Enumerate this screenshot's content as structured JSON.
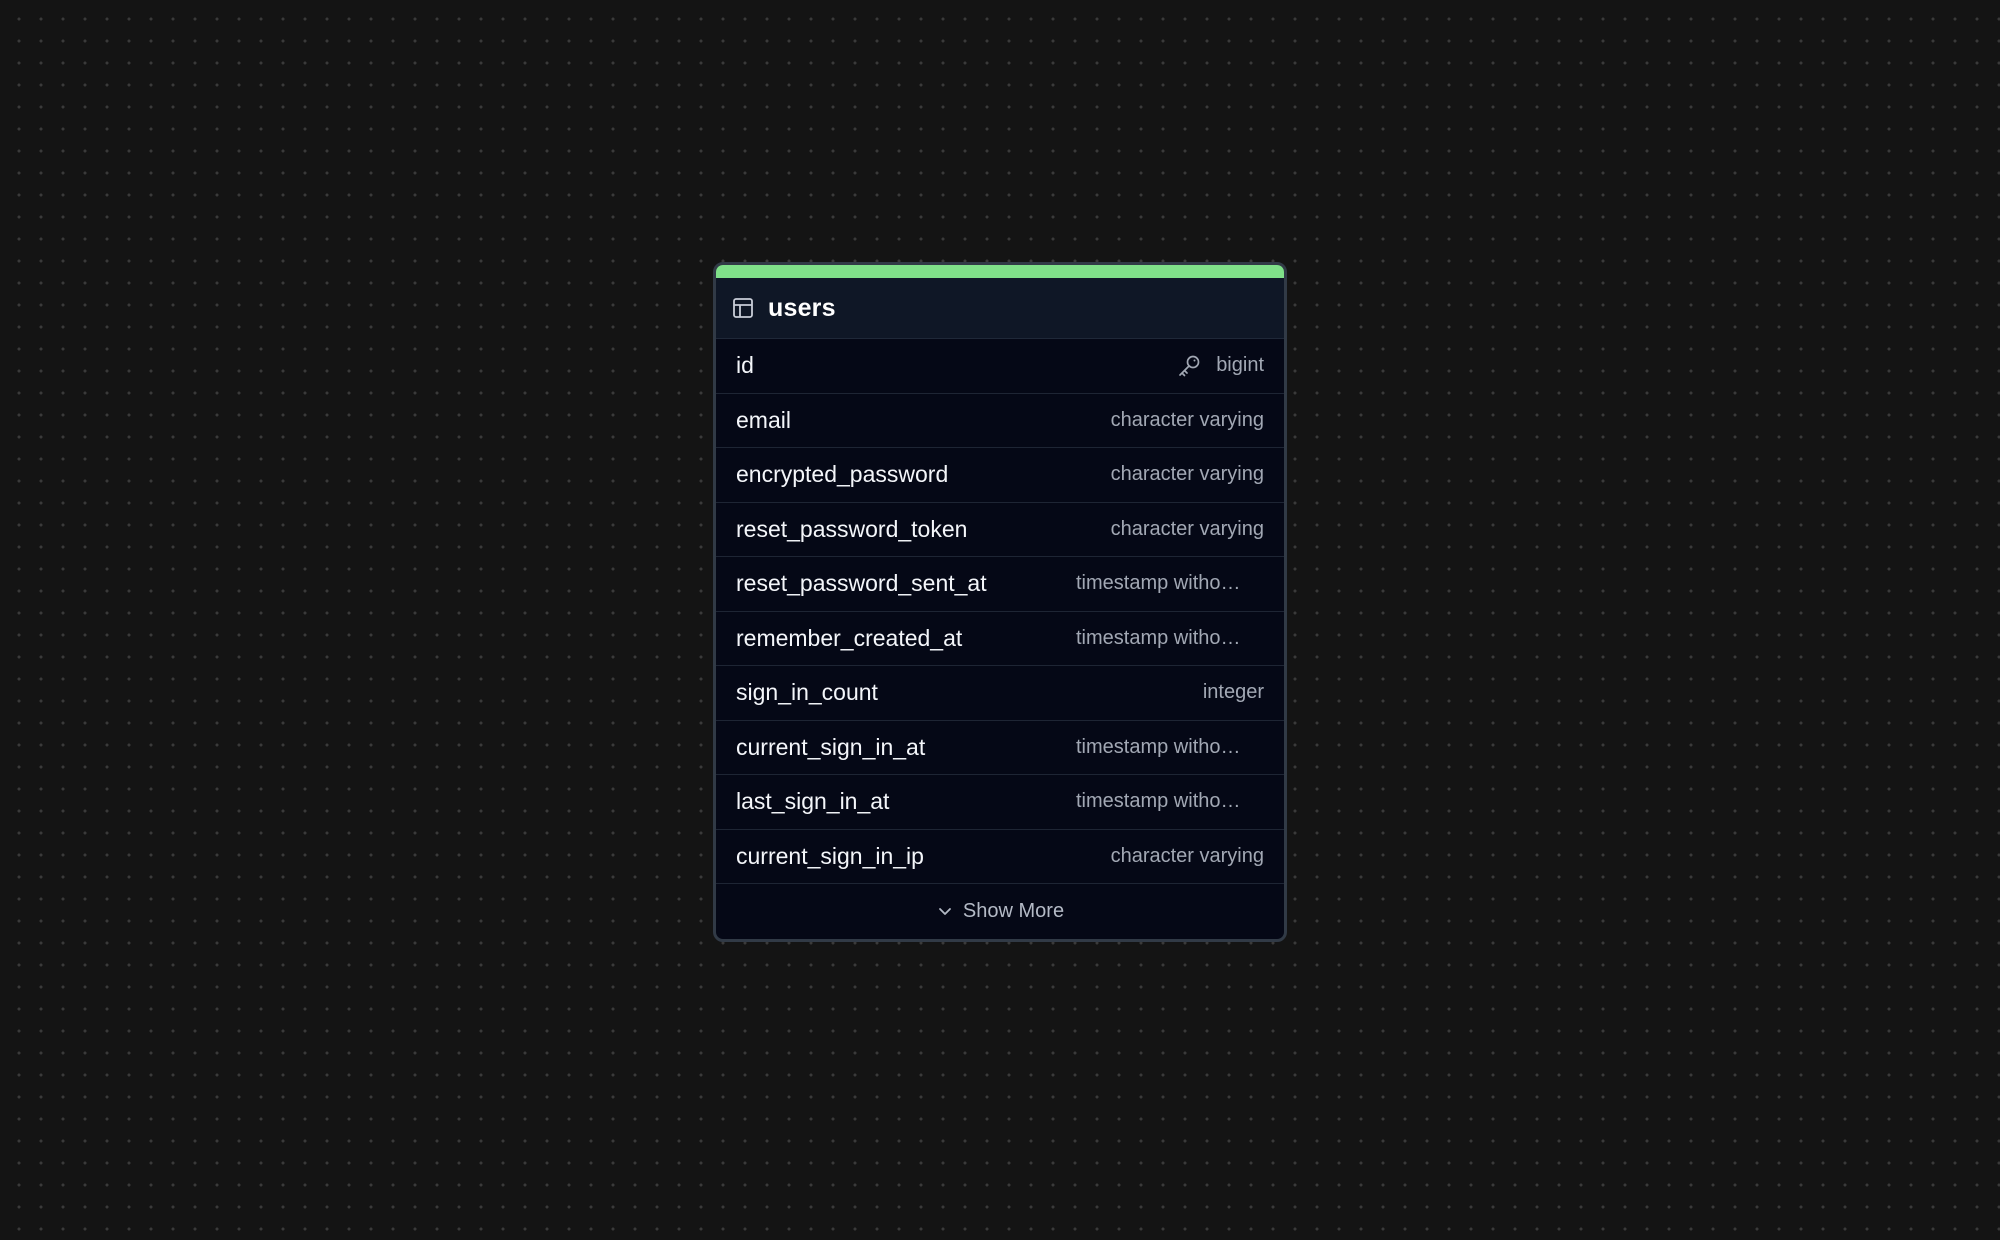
{
  "table": {
    "name": "users",
    "accent_color": "#7fe089",
    "icon": "table-icon",
    "columns": [
      {
        "name": "id",
        "type": "bigint",
        "primary_key": true,
        "key_icon": "key-icon"
      },
      {
        "name": "email",
        "type": "character varying"
      },
      {
        "name": "encrypted_password",
        "type": "character varying"
      },
      {
        "name": "reset_password_token",
        "type": "character varying"
      },
      {
        "name": "reset_password_sent_at",
        "type": "timestamp witho…"
      },
      {
        "name": "remember_created_at",
        "type": "timestamp witho…"
      },
      {
        "name": "sign_in_count",
        "type": "integer"
      },
      {
        "name": "current_sign_in_at",
        "type": "timestamp witho…"
      },
      {
        "name": "last_sign_in_at",
        "type": "timestamp witho…"
      },
      {
        "name": "current_sign_in_ip",
        "type": "character varying"
      }
    ],
    "show_more_label": "Show More",
    "show_more_icon": "chevron-down-icon"
  }
}
